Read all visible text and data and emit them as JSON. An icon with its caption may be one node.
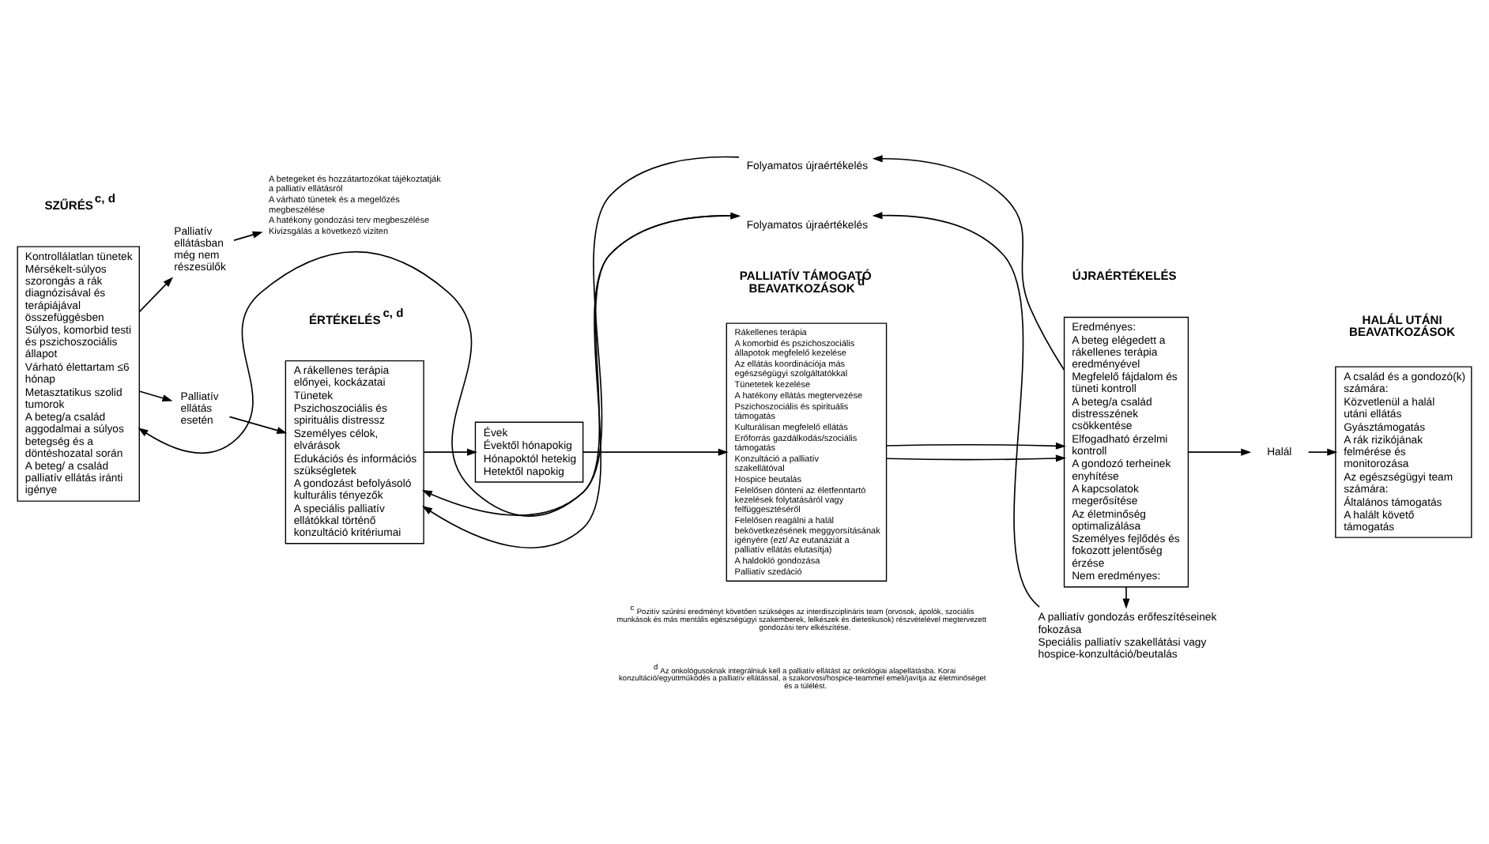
{
  "diagram": {
    "nodes": [
      {
        "text": [
          "Kontrollálatlan tünetek",
          "Mérsékelt-súlyos szorongás a rák diagnózisával és terápiájával összefüggésben",
          "Súlyos, komorbid testi és pszichoszociális állapot",
          "Várható élettartam ≤6 hónap",
          "Metasztatikus szolid tumorok",
          "A beteg/a család aggodalmai a súlyos betegség és a döntéshozatal során",
          "A beteg/ a család palliatív ellátás iránti igénye"
        ]
      },
      {
        "text": [
          "Palliatív ellátás esetén"
        ]
      },
      {
        "text": [
          "Palliatív ellátásban még nem részesülők"
        ]
      },
      {
        "text": [
          "A rákellenes terápia előnyei, kockázatai",
          "Tünetek",
          "Pszichoszociális és spirituális distressz",
          "Személyes célok, elvárások",
          "Edukációs és információs szükségletek",
          "A gondozást befolyásoló kulturális tényezők",
          "A speciális palliatív ellátókkal történő konzultáció kritériumai"
        ]
      },
      {
        "text": [
          "Évek",
          "Évektől hónapokig",
          "Hónapoktól hetekig",
          "Hetektől napokig"
        ]
      },
      {
        "text": [
          "Rákellenes terápia",
          "A komorbid és pszichoszociális állapotok megfelelő kezelése",
          "Az ellátás koordinációja más egészségügyi szolgáltatókkal",
          "Tünetetek kezelése",
          "A hatékony ellátás megtervezése",
          "Pszichoszociális és spirituális támogatás",
          "Kulturálisan megfelelő ellátás",
          "Erőforrás gazdálkodás/szociális támogatás",
          "Konzultáció a palliatív szakellátóval",
          "Hospice beutalás",
          "Felelősen dönteni az életfenntartó kezelések folytatásáról vagy felfüggesztéséről",
          "Felelősen reagálni a halál bekövetkezésének meggyorsításának igényére (ezt/ Az eutanáziát a palliatív ellátás elutasítja)",
          "A haldokló gondozása",
          "Palliatív szedáció"
        ]
      },
      {
        "text": [
          "Eredményes:",
          "A beteg elégedett a rákellenes terápia eredményével",
          "Megfelelő fájdalom és tüneti kontroll",
          "A beteg/a család distresszének csökkentése",
          "Elfogadható érzelmi kontroll",
          "A gondozó terheinek enyhítése",
          "A kapcsolatok megerősítése",
          "Az életminőség optimalizálása",
          "Személyes fejlődés és fokozott jelentőség érzése",
          "Nem eredményes:"
        ]
      },
      {
        "text": [
          "Halál"
        ]
      },
      {
        "text": [
          "A család és a gondozó(k) számára:",
          "Közvetlenül a halál utáni ellátás",
          "Gyásztámogatás",
          "A rák rizikójának felmérése és monitorozása",
          "Az egészségügyi team számára:",
          "Általános támogatás",
          "A halált követő támogatás"
        ]
      },
      {
        "text": [
          "A betegeket és hozzátartozókat tájékoztatják a palliatív ellátásról",
          "A várható tünetek és a megelőzés megbeszélése",
          "A hatékony gondozási terv megbeszélése",
          "Kivizsgálás a következő viziten"
        ]
      },
      {
        "text": [
          "A palliatív gondozás erőfeszítéseinek fokozása",
          "Speciális palliatív szakellátási vagy hospice-konzultáció/beutalás"
        ]
      },
      {
        "text": [
          "Folyamatos újraértékelés"
        ]
      },
      {
        "text": [
          "Folyamatos újraértékelés"
        ]
      }
    ],
    "edges": [
      {
        "from": 0,
        "to": 1,
        "arrow": "to"
      },
      {
        "from": 0,
        "to": 2,
        "arrow": "to"
      },
      {
        "from": 1,
        "to": 3,
        "arrow": "to"
      },
      {
        "from": 3,
        "to": 4,
        "arrow": "to"
      },
      {
        "from": 4,
        "to": 5,
        "arrow": "to"
      },
      {
        "from": 5,
        "to": 6,
        "arrow": "to"
      },
      {
        "from": 5,
        "to": 6,
        "arrow": "to"
      },
      {
        "from": 6,
        "to": 7,
        "arrow": "to"
      },
      {
        "from": 7,
        "to": 8,
        "arrow": "to"
      },
      {
        "from": 2,
        "to": 9,
        "arrow": "to"
      },
      {
        "from": 6,
        "to": 10,
        "arrow": "to"
      },
      {
        "from": 6,
        "to": 11,
        "arrow": "to"
      },
      {
        "from": 11,
        "to": 3,
        "arrow": "to"
      },
      {
        "from": 10,
        "to": 12,
        "arrow": "to"
      },
      {
        "from": 12,
        "to": 3,
        "arrow": "to"
      },
      {
        "from": 12,
        "to": 0,
        "arrow": "both"
      }
    ],
    "labels": [
      "SZŰRÉS$^{c, d}$",
      "ÉRTÉKELÉS$^{c, d}$",
      "PALLIATÍV TÁMOGATÓ BEAVATKOZÁSOK$^{d}$",
      "ÚJRAÉRTÉKELÉS",
      "HALÁL UTÁNI BEAVATKOZÁSOK",
      "$^{c}$ Pozitív szűrési eredményt követően szükséges az interdiszciplináris team (orvosok, ápolók, szociális munkások és más mentális egészségügyi szakemberek, lelkészek és dietetikusok) részvételével megtervezett gondozási terv elkészítése.",
      "$^{d}$ Az onkológusoknak integrálniuk kell a palliatív ellátást az onkológiai alapellátásba. Korai konzultáció/együttműködés a palliatív ellátással, a szakorvosi/hospice-teammel emeli/javítja az életminőséget és a túlélést."
    ]
  }
}
